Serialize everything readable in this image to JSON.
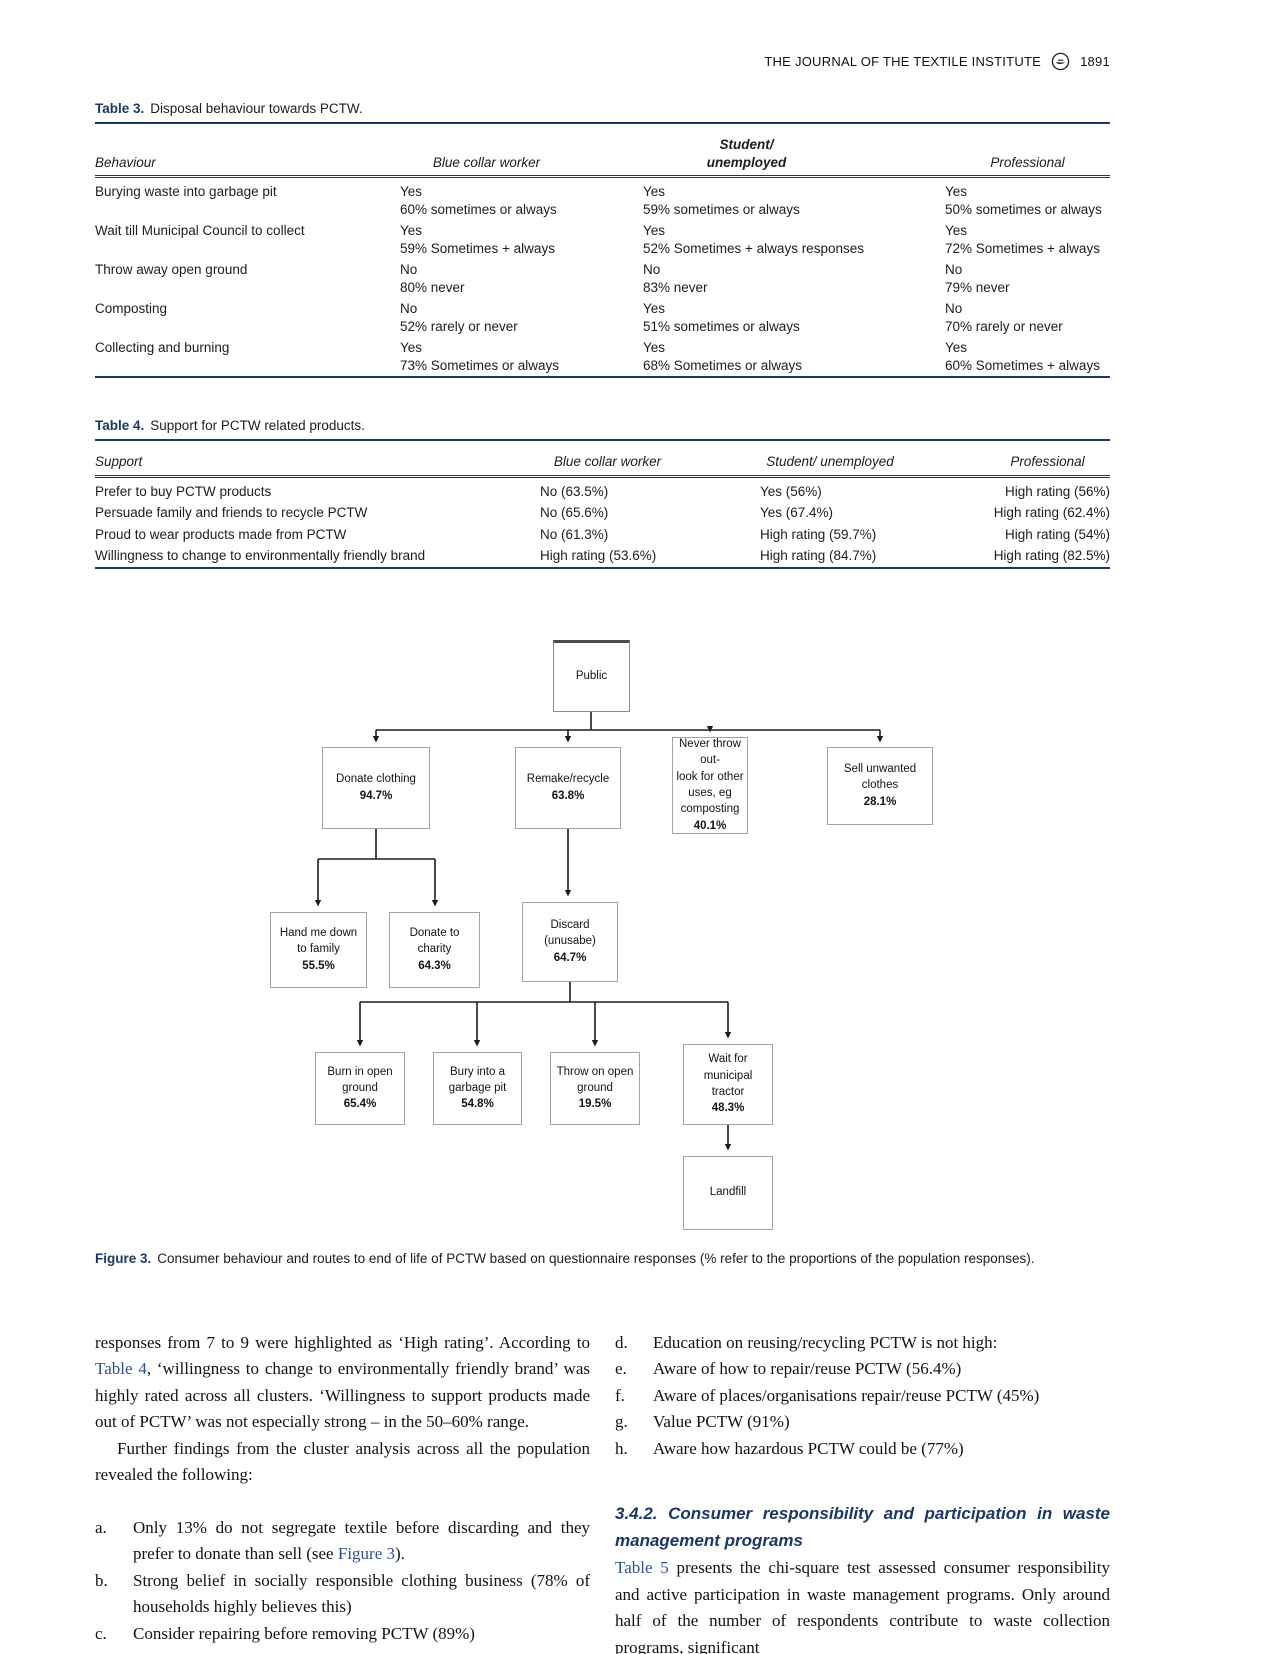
{
  "header": {
    "journal": "THE JOURNAL OF THE TEXTILE INSTITUTE",
    "page": "1891"
  },
  "table3": {
    "label": "Table 3.",
    "title": "Disposal behaviour towards PCTW.",
    "col_behaviour": "Behaviour",
    "col_blue": "Blue collar worker",
    "col_student_line1": "Student/",
    "col_student_line2": "unemployed",
    "col_professional": "Professional",
    "rows": [
      {
        "behaviour": "Burying waste into garbage pit",
        "blue1": "Yes",
        "blue2": "60% sometimes or always",
        "student1": "Yes",
        "student2": "59% sometimes or always",
        "prof1": "Yes",
        "prof2": "50% sometimes or always"
      },
      {
        "behaviour": "Wait till Municipal Council to collect",
        "blue1": "Yes",
        "blue2": "59% Sometimes + always",
        "student1": "Yes",
        "student2": "52% Sometimes + always responses",
        "prof1": "Yes",
        "prof2": "72% Sometimes + always"
      },
      {
        "behaviour": "Throw away open ground",
        "blue1": "No",
        "blue2": "80% never",
        "student1": "No",
        "student2": "83% never",
        "prof1": "No",
        "prof2": "79% never"
      },
      {
        "behaviour": "Composting",
        "blue1": "No",
        "blue2": "52% rarely or never",
        "student1": "Yes",
        "student2": "51% sometimes or always",
        "prof1": "No",
        "prof2": "70% rarely or never"
      },
      {
        "behaviour": "Collecting and burning",
        "blue1": "Yes",
        "blue2": "73% Sometimes or always",
        "student1": "Yes",
        "student2": "68% Sometimes or always",
        "prof1": "Yes",
        "prof2": "60% Sometimes + always"
      }
    ]
  },
  "table4": {
    "label": "Table 4.",
    "title": "Support for PCTW related products.",
    "col_support": "Support",
    "col_blue": "Blue collar worker",
    "col_student": "Student/ unemployed",
    "col_professional": "Professional",
    "rows": [
      {
        "support": "Prefer to buy PCTW products",
        "blue": "No (63.5%)",
        "student": "Yes (56%)",
        "prof": "High rating (56%)"
      },
      {
        "support": "Persuade family and friends to recycle PCTW",
        "blue": "No (65.6%)",
        "student": "Yes (67.4%)",
        "prof": "High rating (62.4%)"
      },
      {
        "support": "Proud to wear products made from PCTW",
        "blue": "No (61.3%)",
        "student": "High rating (59.7%)",
        "prof": "High rating (54%)"
      },
      {
        "support": "Willingness to change to environmentally friendly brand",
        "blue": "High rating (53.6%)",
        "student": "High rating (84.7%)",
        "prof": "High rating (82.5%)"
      }
    ]
  },
  "figure3": {
    "caption_label": "Figure 3.",
    "caption_text": "Consumer behaviour and routes to end of life of PCTW based on questionnaire responses (% refer to the proportions of the population responses).",
    "nodes": {
      "public": {
        "label": "Public"
      },
      "donate_clothing": {
        "label": "Donate clothing",
        "pct": "94.7%"
      },
      "remake_recycle": {
        "label": "Remake/recycle",
        "pct": "63.8%"
      },
      "never_throw": {
        "label": "Never throw out-\nlook for other\nuses, eg\ncomposting",
        "pct": "40.1%"
      },
      "sell_unwanted": {
        "label": "Sell unwanted clothes",
        "pct": "28.1%"
      },
      "hand_me_down": {
        "label": "Hand me down to family",
        "pct": "55.5%"
      },
      "donate_charity": {
        "label": "Donate to charity",
        "pct": "64.3%"
      },
      "discard": {
        "label": "Discard (unusabe)",
        "pct": "64.7%"
      },
      "burn_open": {
        "label": "Burn in open ground",
        "pct": "65.4%"
      },
      "bury_pit": {
        "label": "Bury into a garbage pit",
        "pct": "54.8%"
      },
      "throw_open": {
        "label": "Throw on open ground",
        "pct": "19.5%"
      },
      "wait_tractor": {
        "label": "Wait for municipal tractor",
        "pct": "48.3%"
      },
      "landfill": {
        "label": "Landfill"
      }
    }
  },
  "body": {
    "left": {
      "p1a": "responses from 7 to 9 were highlighted as ‘High rating’. According to ",
      "p1_link": "Table 4",
      "p1b": ", ‘willingness to change to environmentally friendly brand’ was highly rated across all clusters. ‘Willingness to support products made out of PCTW’ was not especially strong – in the 50–60% range.",
      "p2": "Further findings from the cluster analysis across all the population revealed the following:",
      "item_a_marker": "a.",
      "item_a_pre": "Only 13% do not segregate textile before discarding and they prefer to donate than sell (see ",
      "item_a_link": "Figure 3",
      "item_a_post": ").",
      "item_b_marker": "b.",
      "item_b": "Strong belief in socially responsible clothing business (78% of households highly believes this)",
      "item_c_marker": "c.",
      "item_c": "Consider repairing before removing PCTW (89%)"
    },
    "right": {
      "item_d_marker": "d.",
      "item_d": "Education on reusing/recycling PCTW is not high:",
      "item_e_marker": "e.",
      "item_e": "Aware of how to repair/reuse PCTW (56.4%)",
      "item_f_marker": "f.",
      "item_f": "Aware of places/organisations repair/reuse PCTW (45%)",
      "item_g_marker": "g.",
      "item_g": "Value PCTW (91%)",
      "item_h_marker": "h.",
      "item_h": "Aware how hazardous PCTW could be (77%)",
      "heading": "3.4.2. Consumer responsibility and participation in waste management programs",
      "para_link": "Table 5",
      "para_rest": " presents the chi-square test assessed consumer responsibility and active participation in waste management programs. Only around half of the number of respondents contribute to waste collection programs, significant"
    }
  }
}
